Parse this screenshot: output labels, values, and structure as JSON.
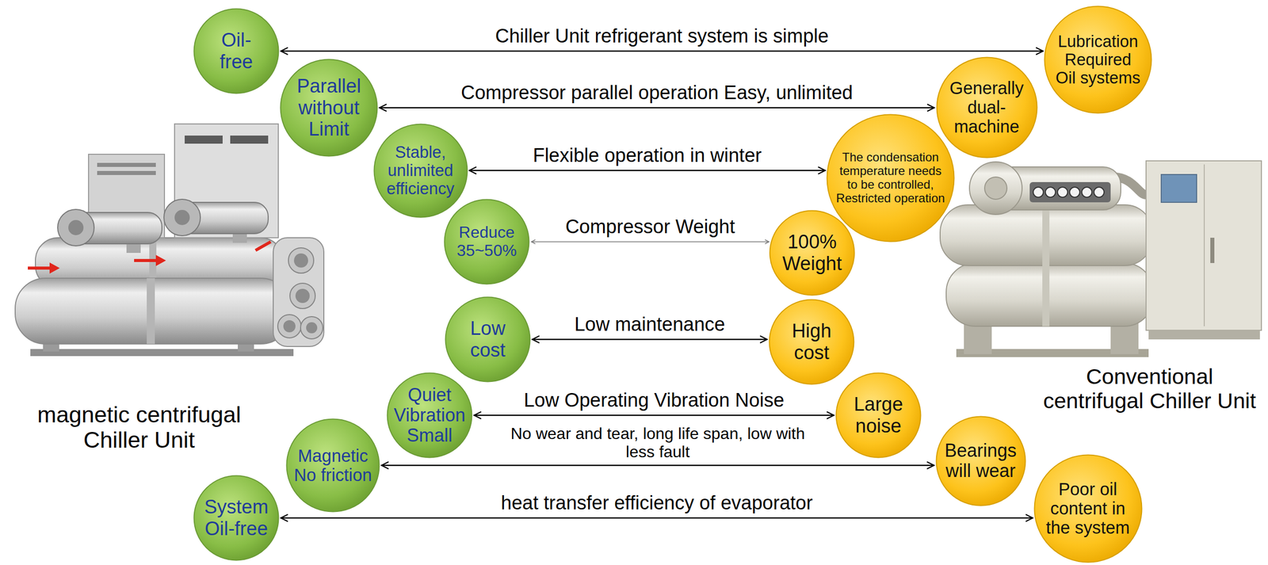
{
  "diagram": {
    "nodes": [
      {
        "text": [
          "Oil- free"
        ]
      },
      {
        "text": [
          "Lubrication Required Oil systems"
        ]
      },
      {
        "text": [
          "Parallel without Limit"
        ]
      },
      {
        "text": [
          "Generally dual- machine"
        ]
      },
      {
        "text": [
          "Stable, unlimited efficiency"
        ]
      },
      {
        "text": [
          "The condensation temperature needs to be controlled, Restricted operation"
        ]
      },
      {
        "text": [
          "Reduce 35~50%"
        ]
      },
      {
        "text": [
          "100% Weight"
        ]
      },
      {
        "text": [
          "Low cost"
        ]
      },
      {
        "text": [
          "High cost"
        ]
      },
      {
        "text": [
          "Quiet Vibration Small"
        ]
      },
      {
        "text": [
          "Large noise"
        ]
      },
      {
        "text": [
          "Magnetic No friction"
        ]
      },
      {
        "text": [
          "Bearings will wear"
        ]
      },
      {
        "text": [
          "System Oil-free"
        ]
      },
      {
        "text": [
          "Poor oil content in the system"
        ]
      }
    ],
    "edges": [
      {
        "from": 0,
        "to": 1,
        "arrow": "both",
        "label": "Chiller Unit refrigerant system is simple"
      },
      {
        "from": 2,
        "to": 3,
        "arrow": "both",
        "label": "Compressor parallel operation Easy, unlimited"
      },
      {
        "from": 4,
        "to": 5,
        "arrow": "both",
        "label": "Flexible operation in winter"
      },
      {
        "from": 6,
        "to": 7,
        "arrow": "both",
        "label": "Compressor Weight"
      },
      {
        "from": 8,
        "to": 9,
        "arrow": "both",
        "label": "Low maintenance"
      },
      {
        "from": 10,
        "to": 11,
        "arrow": "both",
        "label": "Low Operating Vibration Noise"
      },
      {
        "from": 12,
        "to": 13,
        "arrow": "both",
        "label": "No wear and tear, long life span, low with less fault"
      },
      {
        "from": 14,
        "to": 15,
        "arrow": "both",
        "label": "heat transfer efficiency of evaporator"
      }
    ],
    "labels": [
      "magnetic centrifugal Chiller Unit",
      "Conventional centrifugal Chiller Unit"
    ]
  }
}
